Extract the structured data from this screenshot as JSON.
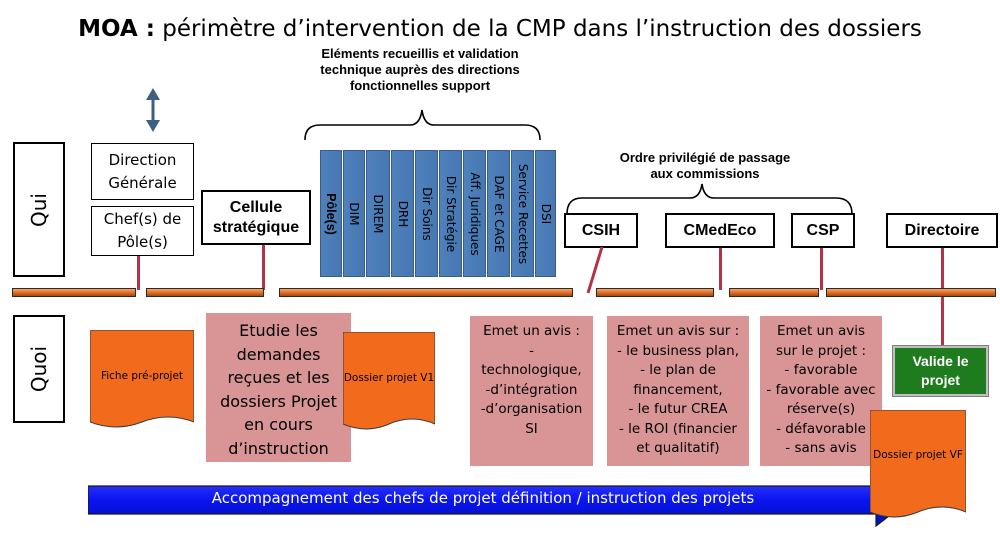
{
  "title": {
    "strong": "MOA :",
    "rest": " périmètre d’intervention de la CMP dans l’instruction des dossiers"
  },
  "annotations": {
    "support": "Eléments recueillis et validation\ntechnique auprès des directions\nfonctionnelles support",
    "order": "Ordre privilégié de passage\naux commissions"
  },
  "rows": {
    "qui": "Qui",
    "quoi": "Quoi"
  },
  "actors": {
    "direction_generale": "Direction\nGénérale",
    "chefs_pole": "Chef(s) de\nPôle(s)",
    "cellule": "Cellule\nstratégique",
    "csih": "CSIH",
    "cmedeco": "CMedEco",
    "csp": "CSP",
    "directoire": "Directoire"
  },
  "directions": [
    "Pôle(s)",
    "DIM",
    "DIREM",
    "DRH",
    "Dir Soins",
    "Dir Stratégie",
    "Aff. Juridiques",
    "DAF et CAGE",
    "Service Recettes",
    "DSI"
  ],
  "documents": {
    "fiche": "Fiche pré-projet",
    "dossier_v1": "Dossier projet V1",
    "dossier_vf": "Dossier projet VF"
  },
  "actions": {
    "etudie": "Etudie les\ndemandes\nreçues et les\ndossiers Projet\nen cours\nd’instruction",
    "csih_avis": "Emet un avis :\n-\ntechnologique,\n-d’intégration\n-d’organisation\nSI",
    "cmedeco_avis": "Emet un avis sur :\n- le business plan,\n- le plan de\nfinancement,\n- le futur CREA\n- le ROI (financier\net qualitatif)",
    "csp_avis": "Emet un avis\nsur le projet :\n- favorable\n- favorable avec\nréserve(s)\n- défavorable\n- sans avis",
    "valide": "Valide le\nprojet"
  },
  "banner": "Accompagnement des chefs de projet définition / instruction des projets",
  "colors": {
    "timeline": "#d9661f",
    "stem": "#b3334a",
    "action_box": "#d99596",
    "document": "#f26b1d",
    "direction_lane": "#4f81bd",
    "validation": "#1e7b1e",
    "banner": "#0a14f0"
  },
  "icons": {
    "vertical_arrow": "double-arrow-icon"
  }
}
